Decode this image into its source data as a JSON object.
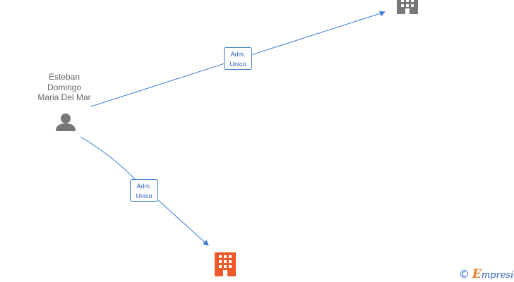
{
  "person": {
    "name_lines": [
      "Esteban",
      "Domingo",
      "Maria Del Mar"
    ],
    "icon": "person-icon"
  },
  "companies": [
    {
      "id": "company-top",
      "icon": "building-icon",
      "color": "#777777"
    },
    {
      "id": "company-bottom",
      "icon": "building-icon",
      "color": "#f05a28"
    }
  ],
  "edges": [
    {
      "id": "edge-top",
      "label_line1": "Adm.",
      "label_line2": "Unico"
    },
    {
      "id": "edge-bottom",
      "label_line1": "Adm.",
      "label_line2": "Unico"
    }
  ],
  "colors": {
    "edge": "#3a7bd5",
    "person": "#777777"
  },
  "footer": {
    "symbol": "©",
    "brand_first": "E",
    "brand_rest": "mpresia"
  }
}
